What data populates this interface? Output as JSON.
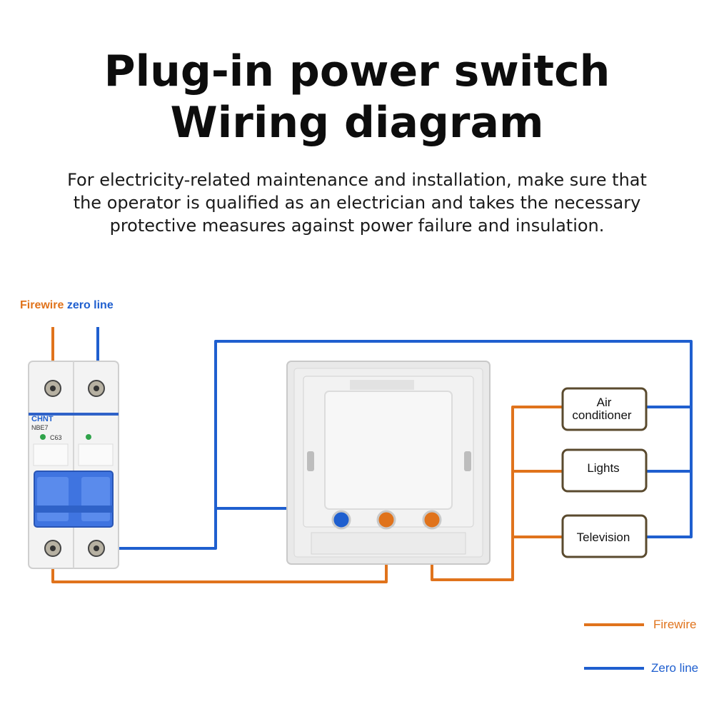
{
  "title": {
    "line1": "Plug-in power switch",
    "line2": "Wiring diagram"
  },
  "description": {
    "line1": "For electricity-related maintenance and installation, make sure that",
    "line2": "the operator is qualified as an electrician and takes the necessary",
    "line3": "protective measures against power failure and insulation."
  },
  "top_legend": {
    "firewire": "Firewire",
    "zero_line": "zero line"
  },
  "breaker": {
    "brand": "CHNT",
    "model": "NBE7",
    "rating": "C63"
  },
  "loads": {
    "air_conditioner_line1": "Air",
    "air_conditioner_line2": "conditioner",
    "lights": "Lights",
    "television": "Television"
  },
  "legend": {
    "firewire": "Firewire",
    "zero_line": "Zero line"
  },
  "colors": {
    "firewire": "#e0731c",
    "zero_line": "#1f5fcf",
    "box_border": "#5a4a2e"
  },
  "icons": {
    "breaker": "circuit-breaker-icon",
    "switch": "power-switch-icon"
  }
}
